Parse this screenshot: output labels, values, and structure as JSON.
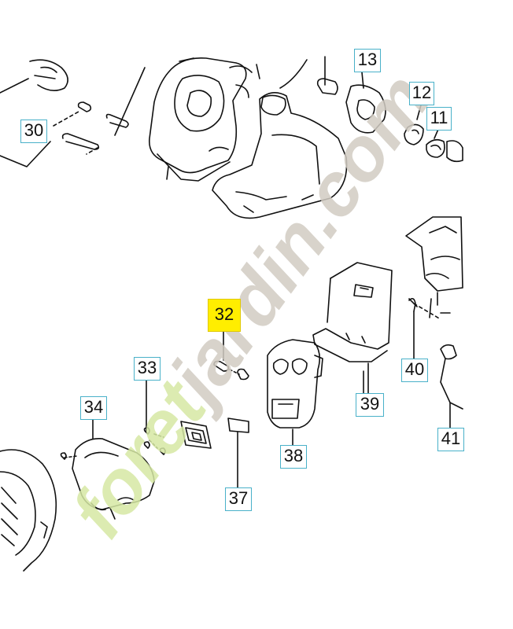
{
  "callouts": {
    "c30": "30",
    "c13": "13",
    "c12": "12",
    "c11": "11",
    "c32": "32",
    "c33": "33",
    "c34": "34",
    "c37": "37",
    "c38": "38",
    "c39": "39",
    "c40": "40",
    "c41": "41"
  },
  "highlighted_part": "32",
  "watermark": {
    "text_green": "foret",
    "text_grey": "jardin.com",
    "colors": {
      "green": "#d6e8a4",
      "orange": "#f6c28a",
      "grey": "#d2ccc3"
    }
  },
  "colors": {
    "callout_border": "#49b1c9",
    "highlight": "#ffee00",
    "line": "#111111"
  }
}
